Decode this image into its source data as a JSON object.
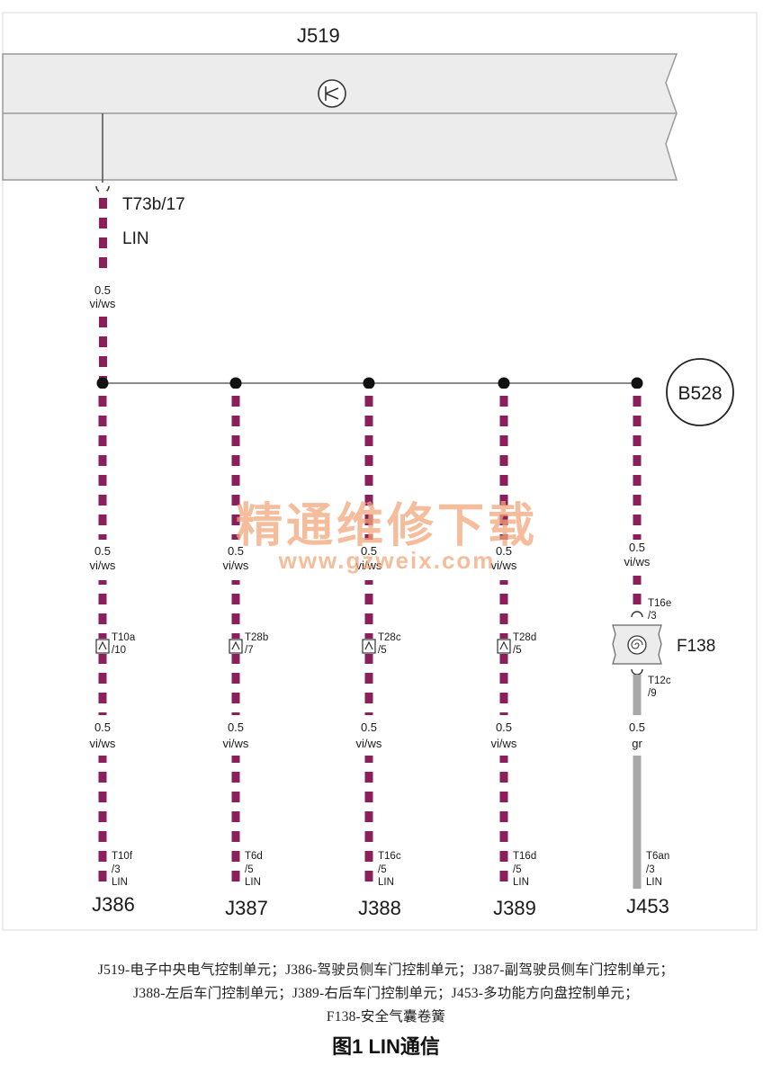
{
  "module_top": {
    "name": "J519",
    "connector": "T73b/17",
    "signal": "LIN"
  },
  "trunk_wire": {
    "size": "0.5",
    "color_code": "vi/ws"
  },
  "junction": {
    "label": "B528"
  },
  "watermark": {
    "line1": "精通维修下载",
    "line2": "www.gzweix.com"
  },
  "branches": [
    {
      "module": "J386",
      "upper_size": "0.5",
      "upper_color": "vi/ws",
      "conn_a": "T10a",
      "pin_a": "/10",
      "lower_size": "0.5",
      "lower_color": "vi/ws",
      "conn_b": "T10f",
      "pin_b": "/3",
      "signal": "LIN"
    },
    {
      "module": "J387",
      "upper_size": "0.5",
      "upper_color": "vi/ws",
      "conn_a": "T28b",
      "pin_a": "/7",
      "lower_size": "0.5",
      "lower_color": "vi/ws",
      "conn_b": "T6d",
      "pin_b": "/5",
      "signal": "LIN"
    },
    {
      "module": "J388",
      "upper_size": "0.5",
      "upper_color": "vi/ws",
      "conn_a": "T28c",
      "pin_a": "/5",
      "lower_size": "0.5",
      "lower_color": "vi/ws",
      "conn_b": "T16c",
      "pin_b": "/5",
      "signal": "LIN"
    },
    {
      "module": "J389",
      "upper_size": "0.5",
      "upper_color": "vi/ws",
      "conn_a": "T28d",
      "pin_a": "/5",
      "lower_size": "0.5",
      "lower_color": "vi/ws",
      "conn_b": "T16d",
      "pin_b": "/5",
      "signal": "LIN"
    },
    {
      "module": "J453",
      "upper_size": "0.5",
      "upper_color": "vi/ws",
      "conn_a": "T16e",
      "pin_a": "/3",
      "component": "F138",
      "conn_c": "T12c",
      "pin_c": "/9",
      "lower_size": "0.5",
      "lower_color": "gr",
      "conn_b": "T6an",
      "pin_b": "/3",
      "signal": "LIN"
    }
  ],
  "caption": {
    "line1": "J519-电子中央电气控制单元；J386-驾驶员侧车门控制单元；J387-副驾驶员侧车门控制单元；",
    "line2": "J388-左后车门控制单元；J389-右后车门控制单元；J453-多功能方向盘控制单元；",
    "line3": "F138-安全气囊卷簧",
    "title": "图1 LIN通信"
  },
  "colors": {
    "wire_violet": "#8a1f5c",
    "wire_white": "#ffffff",
    "wire_grey": "#a8a8a8",
    "module_fill": "#ececec",
    "watermark": "#f2a77a"
  }
}
